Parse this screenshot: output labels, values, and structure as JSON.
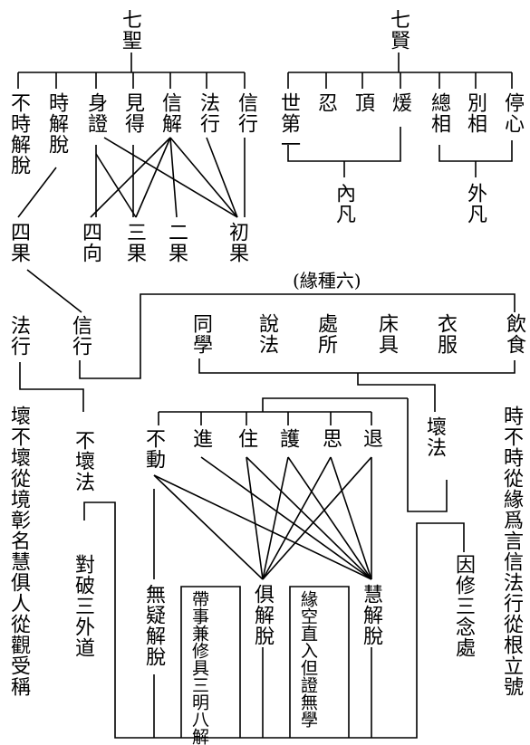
{
  "seven_saints": {
    "title": "七聖",
    "members": [
      "信行",
      "法行",
      "信解",
      "見得",
      "身證",
      "時解脫",
      "不時解脫"
    ]
  },
  "seven_sages": {
    "title": "七賢",
    "members": [
      "停心",
      "別相",
      "總相",
      "煖",
      "頂",
      "忍",
      "世第一"
    ],
    "inner_label": "內凡",
    "outer_label": "外凡"
  },
  "fruits": [
    "四果",
    "四向",
    "三果",
    "二果",
    "初果"
  ],
  "six_conditions": {
    "title": "(緣種六)",
    "items": [
      "飲食",
      "衣服",
      "床具",
      "處所",
      "說法",
      "同學"
    ]
  },
  "left_branch": {
    "dharma_practice": "法行",
    "faith_practice": "信行",
    "not_decline": "不壞法"
  },
  "middle": {
    "decline_dharma": "壞法"
  },
  "six_natures": [
    "退",
    "思",
    "護",
    "住",
    "進",
    "不動"
  ],
  "liberations": {
    "wisdom": "慧解脫",
    "both": "俱解脫",
    "nondoubt": "無疑解脫"
  },
  "notes": {
    "right": "時不時從緣爲言信法行從根立號",
    "left": "壞不壞從境彰名慧俱人從觀受稱",
    "refute": "對破三外道",
    "mindfulness": "因修三念處",
    "wisdom_note": "緣空直入但證無學",
    "both_note": "帶事兼修具三明八解"
  }
}
